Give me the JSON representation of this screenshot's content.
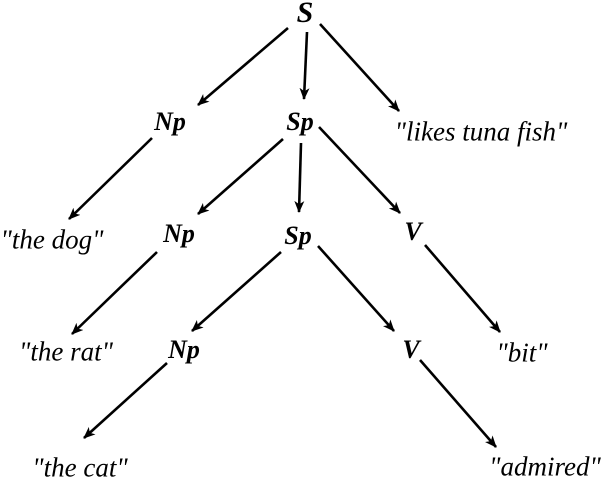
{
  "colors": {
    "background": "#ffffff",
    "ink": "#000000"
  },
  "diagram": {
    "type": "parse-tree",
    "nodes": {
      "s": {
        "label": "S",
        "kind": "nonterminal"
      },
      "np2": {
        "label": "Np",
        "kind": "nonterminal"
      },
      "sp2": {
        "label": "Sp",
        "kind": "nonterminal"
      },
      "likes": {
        "label": "\"likes tuna fish\"",
        "kind": "terminal"
      },
      "the_dog": {
        "label": "\"the dog\"",
        "kind": "terminal"
      },
      "np3": {
        "label": "Np",
        "kind": "nonterminal"
      },
      "sp3": {
        "label": "Sp",
        "kind": "nonterminal"
      },
      "v3": {
        "label": "V",
        "kind": "nonterminal"
      },
      "the_rat": {
        "label": "\"the rat\"",
        "kind": "terminal"
      },
      "np4": {
        "label": "Np",
        "kind": "nonterminal"
      },
      "v4": {
        "label": "V",
        "kind": "nonterminal"
      },
      "bit": {
        "label": "\"bit\"",
        "kind": "terminal"
      },
      "the_cat": {
        "label": "\"the cat\"",
        "kind": "terminal"
      },
      "admired": {
        "label": "\"admired\"",
        "kind": "terminal"
      }
    },
    "edges": [
      {
        "from": "s",
        "to": "np2"
      },
      {
        "from": "s",
        "to": "sp2"
      },
      {
        "from": "s",
        "to": "likes"
      },
      {
        "from": "np2",
        "to": "the_dog"
      },
      {
        "from": "sp2",
        "to": "np3"
      },
      {
        "from": "sp2",
        "to": "sp3"
      },
      {
        "from": "sp2",
        "to": "v3"
      },
      {
        "from": "np3",
        "to": "the_rat"
      },
      {
        "from": "sp3",
        "to": "np4"
      },
      {
        "from": "sp3",
        "to": "v4"
      },
      {
        "from": "v3",
        "to": "bit"
      },
      {
        "from": "np4",
        "to": "the_cat"
      },
      {
        "from": "v4",
        "to": "admired"
      }
    ]
  }
}
